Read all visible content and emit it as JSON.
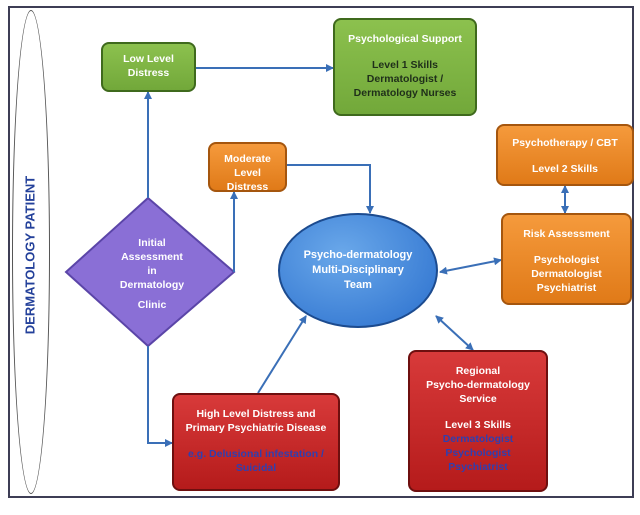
{
  "side_label": "DERMATOLOGY PATIENT",
  "assessment": {
    "line1": "Initial",
    "line2": "Assessment",
    "line3": "in",
    "line4": "Dermatology",
    "line5": "Clinic"
  },
  "low": {
    "line1": "Low Level",
    "line2": "Distress"
  },
  "moderate": {
    "line1": "Moderate Level",
    "line2": "Distress"
  },
  "high": {
    "line1": "High Level Distress and",
    "line2": "Primary Psychiatric Disease",
    "line3": "e.g. Delusional infestation /",
    "line4": "Suicidal"
  },
  "psych_support": {
    "title": "Psychological Support",
    "skills": "Level 1 Skills",
    "line1": "Dermatologist /",
    "line2": "Dermatology Nurses"
  },
  "team": {
    "line1": "Psycho-dermatology",
    "line2": "Multi-Disciplinary",
    "line3": "Team"
  },
  "therapy": {
    "title": "Psychotherapy / CBT",
    "skills": "Level 2 Skills"
  },
  "risk": {
    "title": "Risk Assessment",
    "line1": "Psychologist",
    "line2": "Dermatologist",
    "line3": "Psychiatrist"
  },
  "regional": {
    "line1": "Regional",
    "line2": "Psycho-dermatology",
    "line3": "Service",
    "skills": "Level 3 Skills",
    "line4": "Dermatologist",
    "line5": "Psychologist",
    "line6": "Psychiatrist"
  },
  "colors": {
    "low_distress": "#7cb342",
    "moderate_distress": "#ef8a27",
    "high_distress": "#c62828",
    "team": "#3a7fd5",
    "assessment": "#8a6fd6",
    "arrows": "#3a6fb7"
  }
}
